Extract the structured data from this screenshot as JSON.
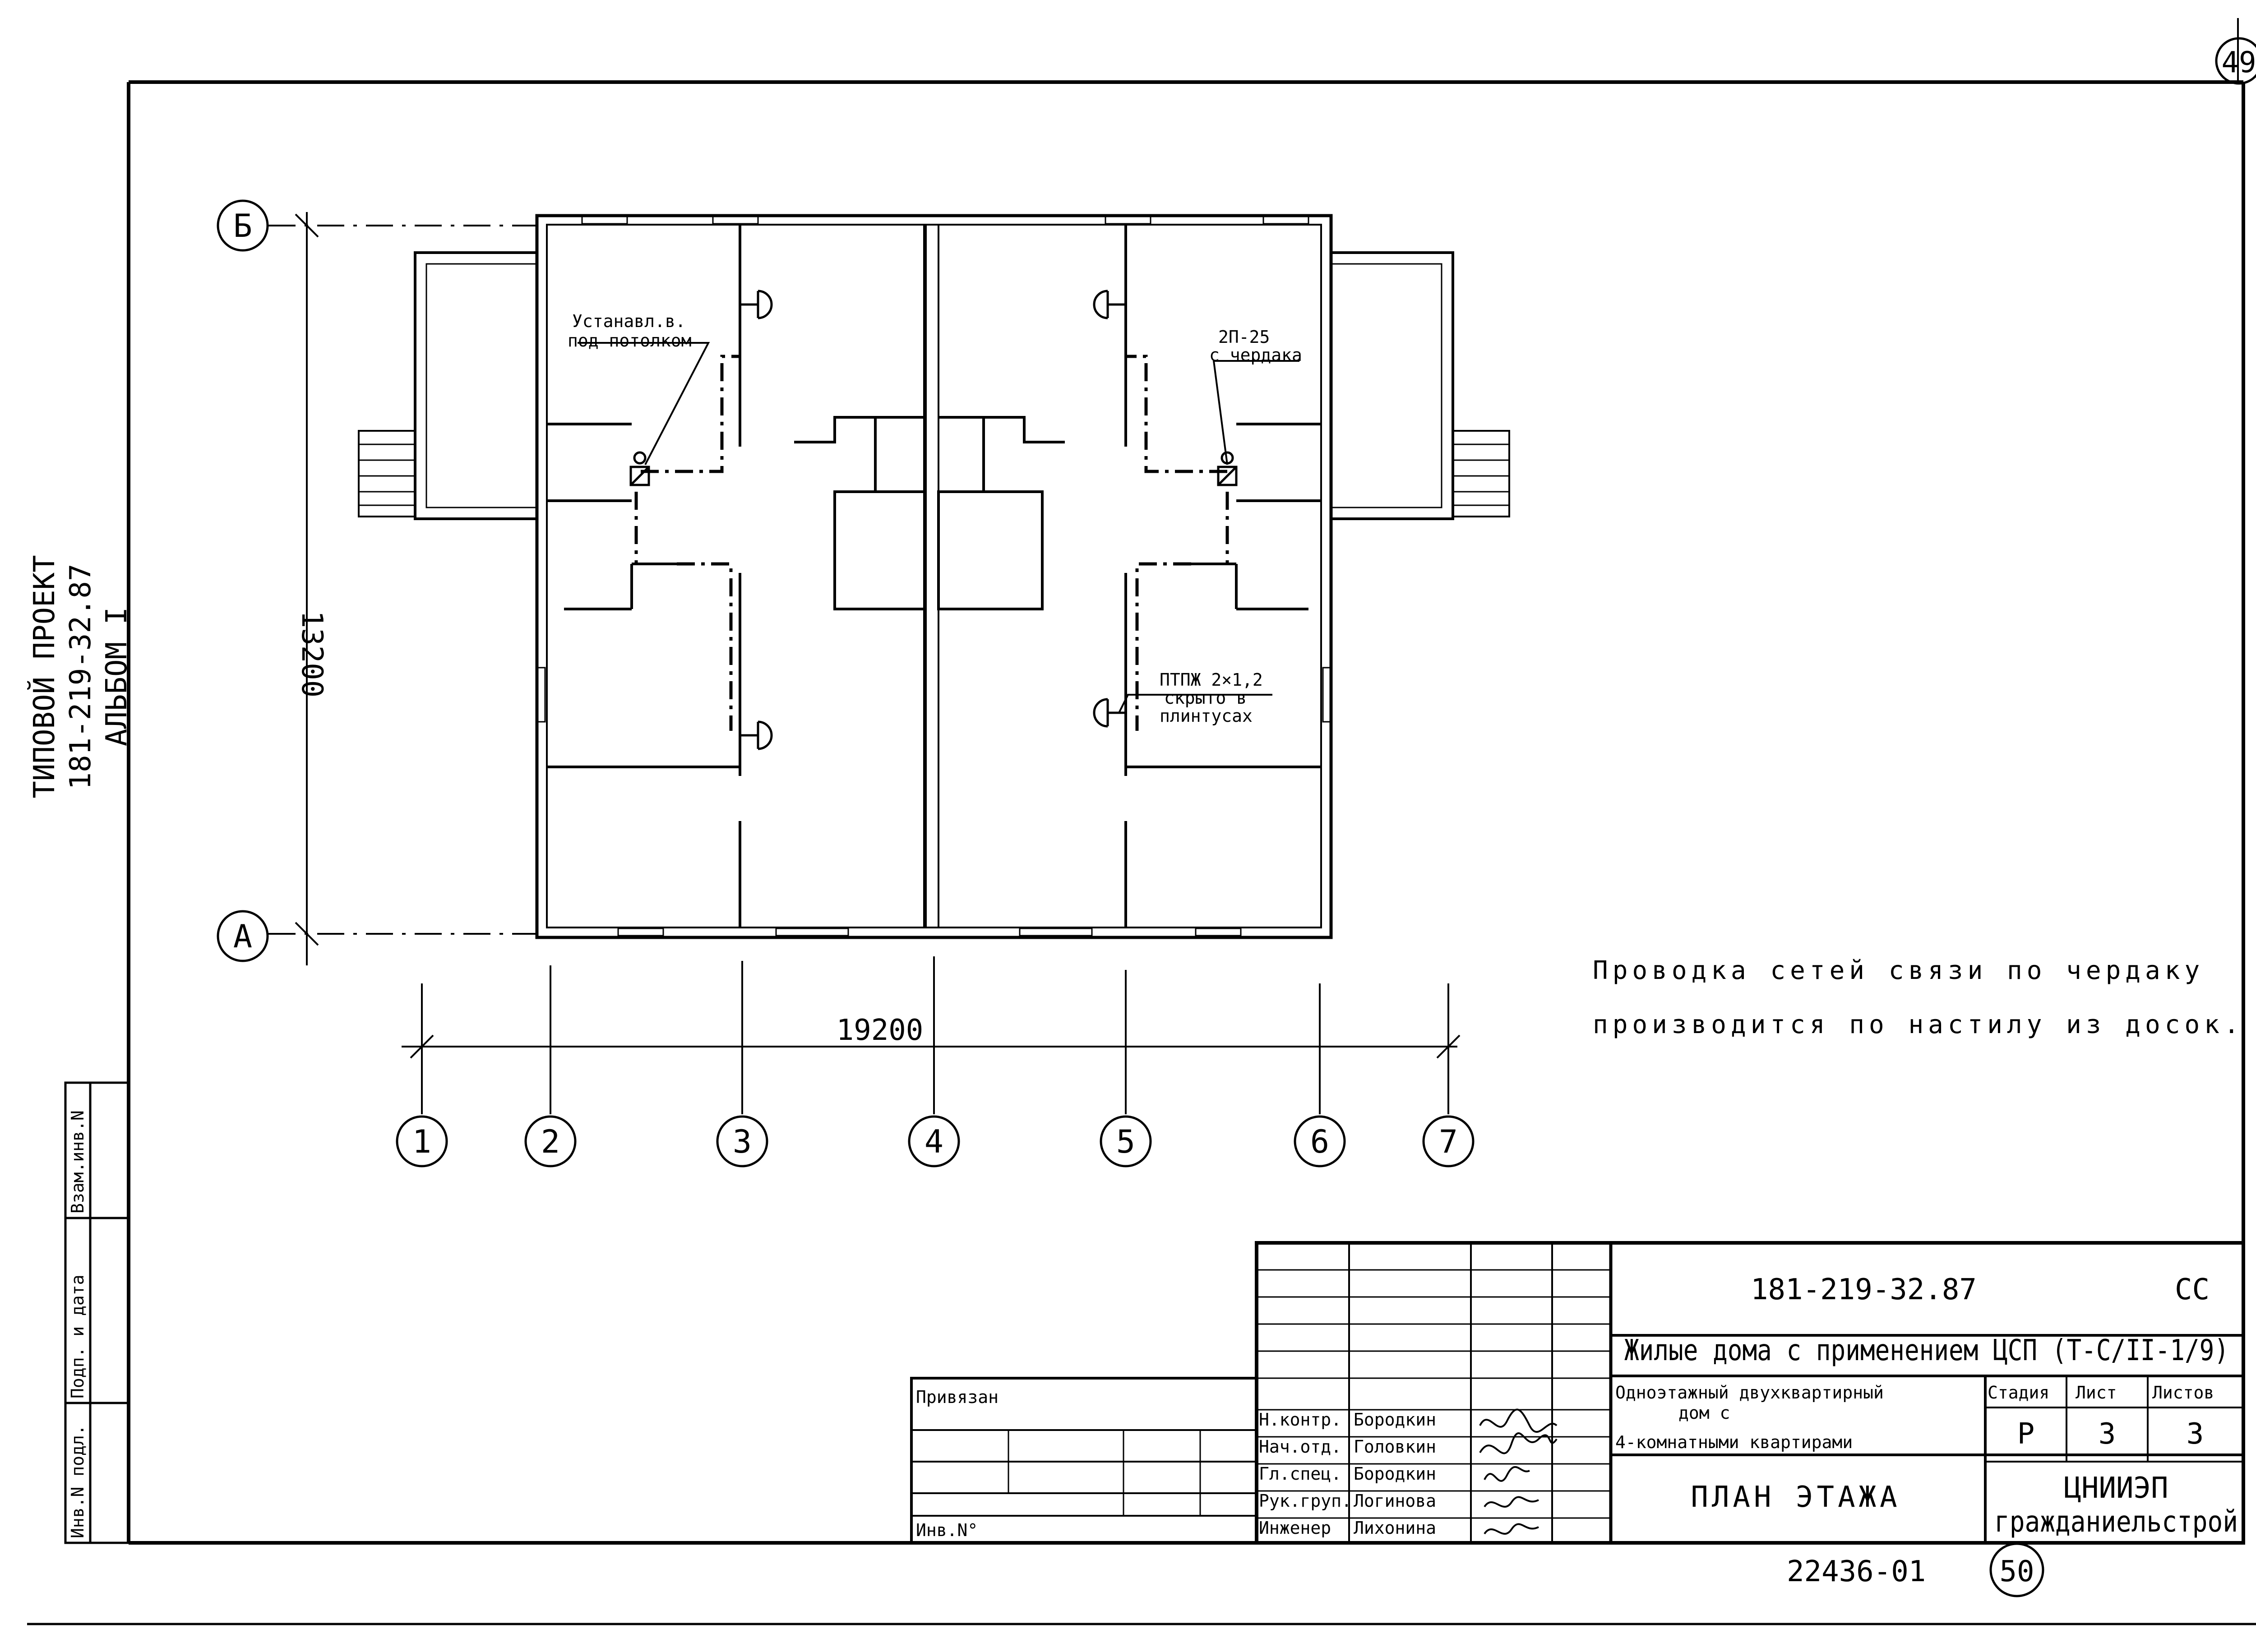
{
  "page_number": "49",
  "side_label": {
    "line1": "ТИПОВОЙ ПРОЕКТ",
    "line2": "181-219-32.87",
    "line3": "АЛЬБОМ I"
  },
  "left_stamp": [
    "Взам.инв.N",
    "Подп. и дата",
    "Инв.N подл."
  ],
  "axes": {
    "rows": [
      "Б",
      "А"
    ],
    "columns": [
      "1",
      "2",
      "3",
      "4",
      "5",
      "6",
      "7"
    ]
  },
  "dimensions": {
    "height": "13200",
    "width": "19200"
  },
  "labels": {
    "install1": "Устанавл.в.",
    "install2": "под потолком",
    "box1": "2П-25",
    "box2": "с чердака",
    "wire1": "ПТПЖ 2×1,2",
    "wire2": "скрыто в",
    "wire3": "плинтусах"
  },
  "note": {
    "line1": "Проводка сетей связи по чердаку",
    "line2": "производится по настилу из досок."
  },
  "title_block": {
    "doc_code": "181-219-32.87",
    "mark": "СС",
    "series": "Жилые дома с применением ЦСП (Т-С/II-1/9)",
    "object1": "Одноэтажный двухквартирный",
    "object2": "дом с",
    "object3": "4-комнатными квартирами",
    "sheet_title": "ПЛАН ЭТАЖА",
    "stage_h": "Стадия",
    "sheet_h": "Лист",
    "sheets_h": "Листов",
    "stage": "Р",
    "sheet": "3",
    "sheets": "3",
    "org1": "ЦНИИЭП",
    "org2": "гражданиельстрой",
    "bound": "Привязан",
    "inv": "Инв.N°",
    "roles": [
      "Н.контр.",
      "Нач.отд.",
      "Гл.спец.",
      "Рук.груп.",
      "Инженер"
    ],
    "names": [
      "Бородкин",
      "Головкин",
      "Бородкин",
      "Логинова",
      "Лихонина"
    ],
    "archive_no": "22436-01",
    "bottom_no": "50"
  },
  "colors": {
    "ink": "#000000",
    "paper": "#ffffff"
  }
}
